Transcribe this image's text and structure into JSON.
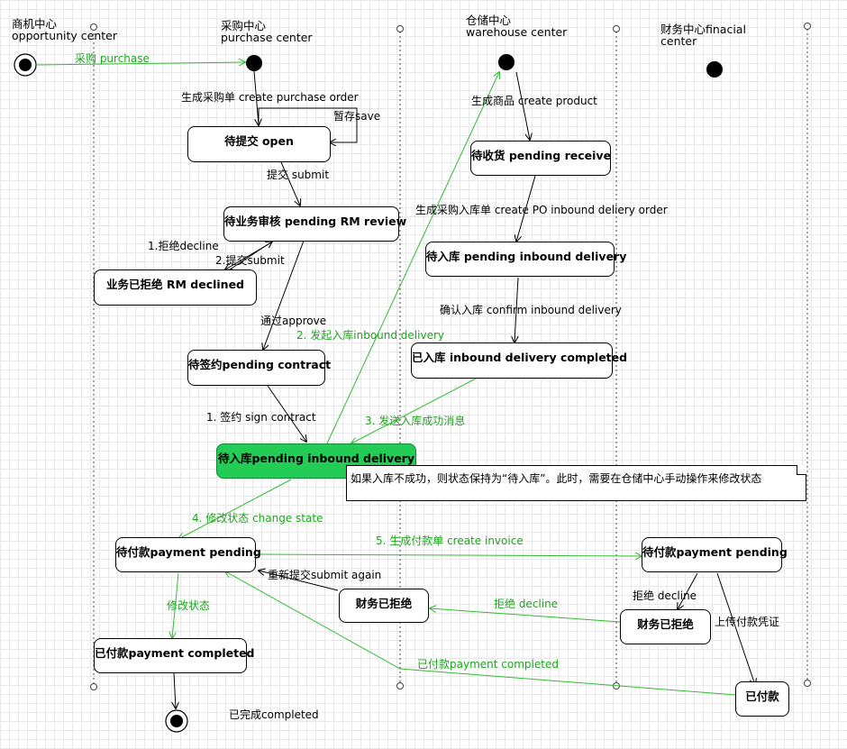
{
  "lanes": [
    {
      "title_zh": "商机中心",
      "title_en": "opportunity center"
    },
    {
      "title_zh": "采购中心",
      "title_en": "purchase center"
    },
    {
      "title_zh": "仓储中心",
      "title_en": "warehouse center"
    },
    {
      "title_zh": "财务中心finacial",
      "title_en": "center"
    }
  ],
  "states": {
    "open": "待提交 open",
    "rm_review": "待业务审核 pending RM review",
    "rm_declined": "业务已拒绝 RM declined",
    "pending_contract": "待签约pending contract",
    "pending_inbound": "待入库pending inbound delivery",
    "payment_pending": "待付款payment pending",
    "fin_declined": "财务已拒绝",
    "payment_completed": "已付款payment completed",
    "pending_receive": "待收货 pending receive",
    "wh_pending_inbound": "待入库 pending inbound delivery",
    "inbound_completed": "已入库 inbound delivery completed",
    "fin_payment_pending": "待付款payment pending",
    "fin_declined_2": "财务已拒绝",
    "paid": "已付款"
  },
  "labels": {
    "purchase": "采购 purchase",
    "create_po": "生成采购单 create purchase order",
    "save": "暂存save",
    "submit": "提交 submit",
    "decline1": "1.拒绝decline",
    "submit2": "2.提交submit",
    "approve": "通过approve",
    "sign": "1. 签约 sign contract",
    "start_inbound": "2. 发起入库inbound delivery",
    "inbound_msg": "3. 发送入库成功消息",
    "change_state": "4. 修改状态 change state",
    "create_invoice": "5. 生成付款单 create invoice",
    "submit_again": "重新提交submit again",
    "modify_state": "修改状态",
    "decline_fin": "拒绝 decline",
    "decline_fin2": "拒绝 decline",
    "upload_voucher": "上传付款凭证",
    "paid_completed": "已付款payment completed",
    "completed": "已完成completed",
    "create_product": "生成商品 create product",
    "create_inbound_order": "生成采购入库单 create PO inbound deliery order",
    "confirm_inbound": "确认入库 confirm inbound delivery"
  },
  "note": "如果入库不成功，则状态保持为“待入库”。此时，需要在仓储中心手动操作来修改状态",
  "colors": {
    "green_line": "#33bb33",
    "green_text": "#1ea51e",
    "active_fill": "#22cc55",
    "lane_line": "#444444"
  }
}
